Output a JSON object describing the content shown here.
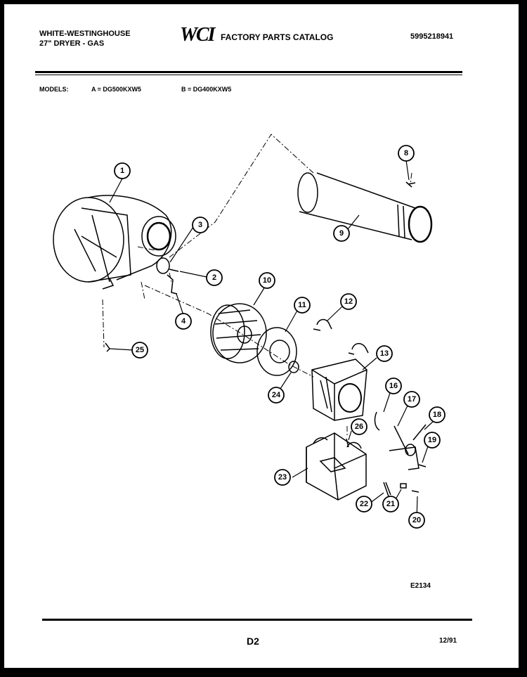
{
  "header": {
    "brand_lines": [
      "WHITE-WESTINGHOUSE",
      "27\" DRYER - GAS"
    ],
    "logo_text": "WCI",
    "catalog_title": "FACTORY PARTS CATALOG",
    "catalog_number": "5995218941"
  },
  "models": {
    "label": "MODELS:",
    "a": "A = DG500KXW5",
    "b": "B = DG400KXW5"
  },
  "diagram": {
    "figure_code": "E2134",
    "callouts": [
      "1",
      "2",
      "3",
      "4",
      "8",
      "9",
      "10",
      "11",
      "12",
      "13",
      "16",
      "17",
      "18",
      "19",
      "20",
      "21",
      "22",
      "23",
      "24",
      "25",
      "26"
    ]
  },
  "footer": {
    "page_code": "D2",
    "date": "12/91"
  }
}
